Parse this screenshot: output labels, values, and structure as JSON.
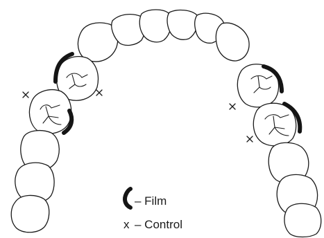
{
  "legend": {
    "film_label": "– Film",
    "control_symbol": "x",
    "control_label": "– Control"
  },
  "colors": {
    "outline": "#1a1a1a",
    "film": "#151515",
    "background": "#ffffff"
  }
}
